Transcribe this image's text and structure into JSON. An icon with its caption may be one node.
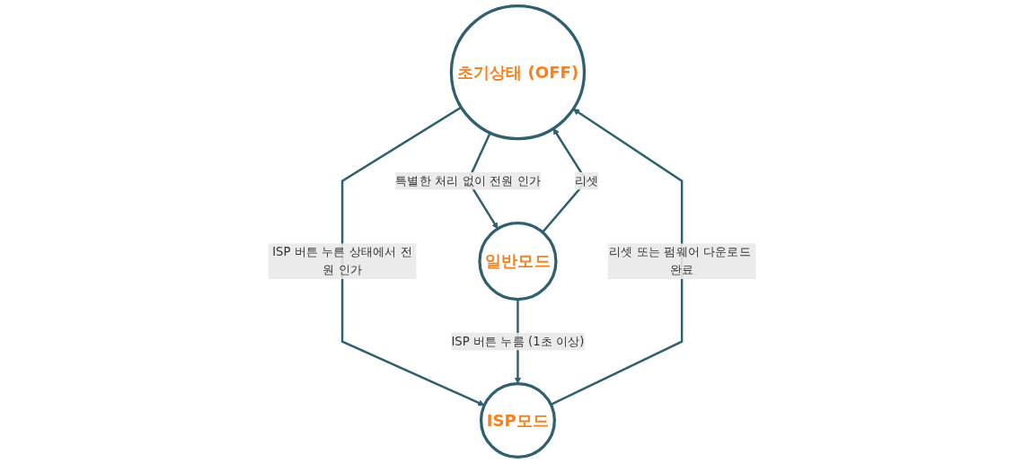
{
  "diagram": {
    "nodes": [
      {
        "text": [
          "초기상태 (OFF)"
        ]
      },
      {
        "text": [
          "ISP모드"
        ]
      },
      {
        "text": [
          "일반모드"
        ]
      }
    ],
    "edges": [
      {
        "from": 0,
        "to": 1,
        "arrow": "to",
        "label": "ISP 버튼 누른 상태에서 전원 인가"
      },
      {
        "from": 1,
        "to": 0,
        "arrow": "to",
        "label": "리셋 또는 펌웨어 다운로드 완료"
      },
      {
        "from": 0,
        "to": 2,
        "arrow": "to",
        "label": "특별한 처리 없이 전원 인가"
      },
      {
        "from": 2,
        "to": 0,
        "arrow": "to",
        "label": "리셋"
      },
      {
        "from": 2,
        "to": 1,
        "arrow": "to",
        "label": "ISP 버튼 누름 (1초 이상)"
      }
    ]
  }
}
